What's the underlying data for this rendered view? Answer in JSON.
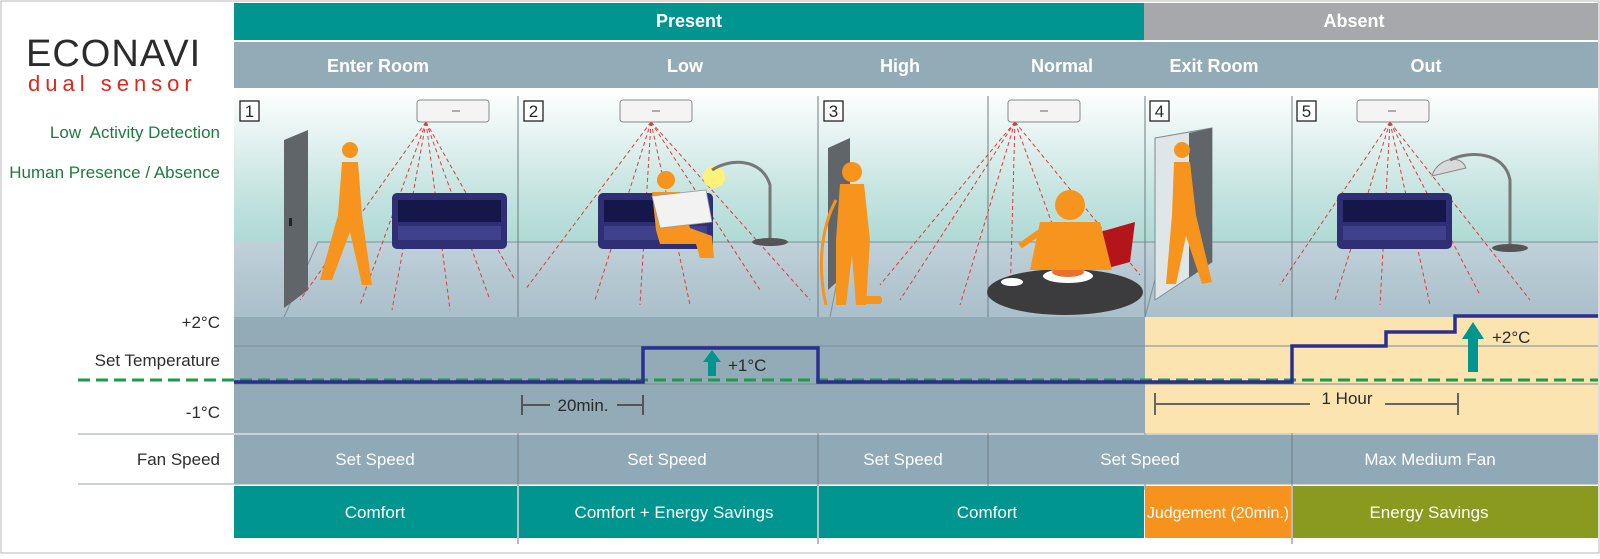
{
  "logo": {
    "brand": "ECONAVI",
    "sub": "dual sensor"
  },
  "left_labels": {
    "low_activity": "Low  Activity Detection",
    "presence": "Human Presence / Absence",
    "plus2": "+2°C",
    "set_temp": "Set Temperature",
    "minus1": "-1°C",
    "fan_speed": "Fan Speed"
  },
  "top_bands": {
    "present": "Present",
    "absent": "Absent"
  },
  "columns": [
    "Enter Room",
    "Low",
    "High",
    "Normal",
    "Exit Room",
    "Out"
  ],
  "scene_numbers": [
    "1",
    "2",
    "3",
    "4",
    "5"
  ],
  "chart": {
    "plus1": "+1°C",
    "plus2": "+2°C",
    "interval_20": "20min.",
    "interval_hour": "1 Hour"
  },
  "fan_row": [
    "Set Speed",
    "Set Speed",
    "Set Speed",
    "Set Speed",
    "Max Medium Fan"
  ],
  "mode_row": [
    "Comfort",
    "Comfort + Energy Savings",
    "Comfort",
    "Judgement (20min.)",
    "Energy Savings"
  ],
  "colors": {
    "teal": "#00958f",
    "grey_band": "#a6a8ab",
    "header_blue": "#93aab7",
    "cell_blue": "#8fa9b7",
    "absent_bg": "#fce4b0",
    "orange": "#f6921e",
    "olive": "#8a9a1f",
    "line_blue": "#2b2f8f",
    "dash_green": "#1d9a4a",
    "figure": "#f7941d"
  }
}
